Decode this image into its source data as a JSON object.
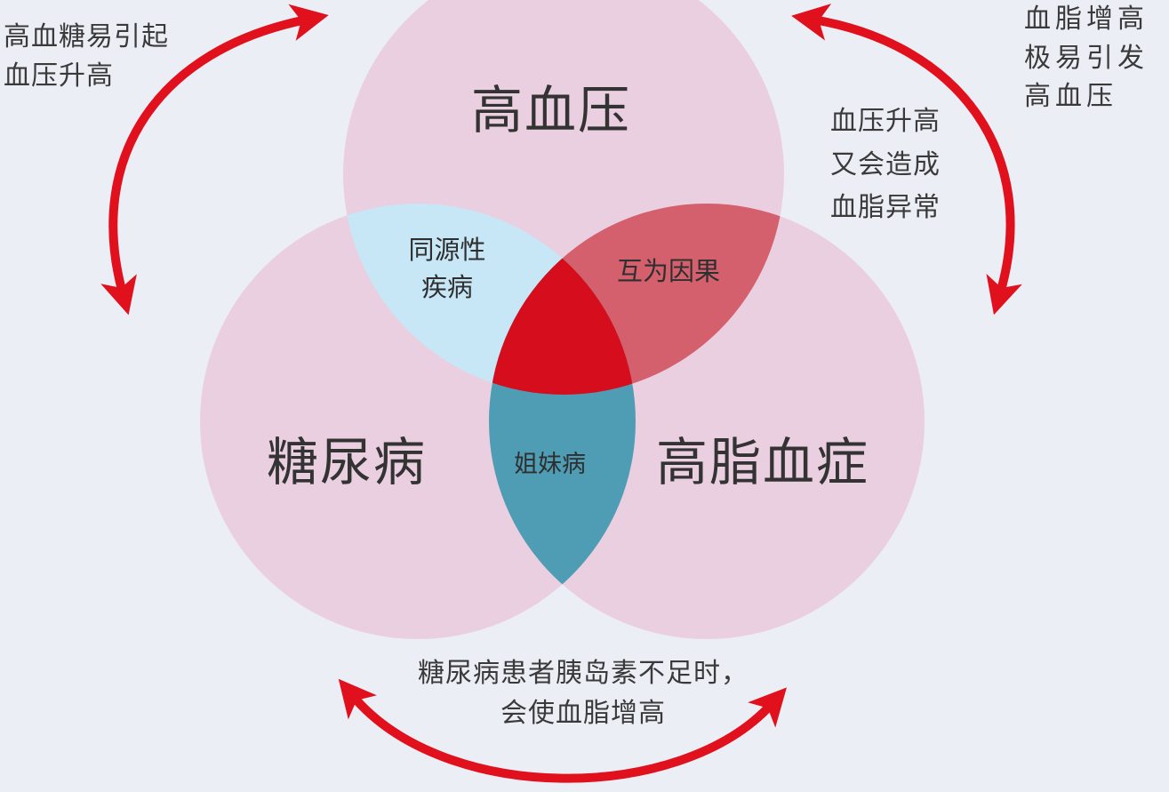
{
  "circles": {
    "top": "高血压",
    "left": "糖尿病",
    "right": "高脂血症"
  },
  "overlaps": {
    "top_left": "同源性\n疾病",
    "top_right": "互为因果",
    "left_right": "姐妹病"
  },
  "notes": {
    "top_left": "高血糖易引起\n血压升高",
    "top_right_outer": "血脂增高\n极易引发\n高血压",
    "top_right_inner": "血压升高\n又会造成\n血脂异常",
    "bottom": "糖尿病患者胰岛素不足时，\n会使血脂增高"
  },
  "colors": {
    "background": "#eceef6",
    "circle_fill": "#eacfe0",
    "overlap_top_left": "#c7e6f6",
    "overlap_top_right": "#d4606e",
    "overlap_left_right": "#4f9db4",
    "center": "#d50d1c",
    "arrow": "#e0101c"
  }
}
